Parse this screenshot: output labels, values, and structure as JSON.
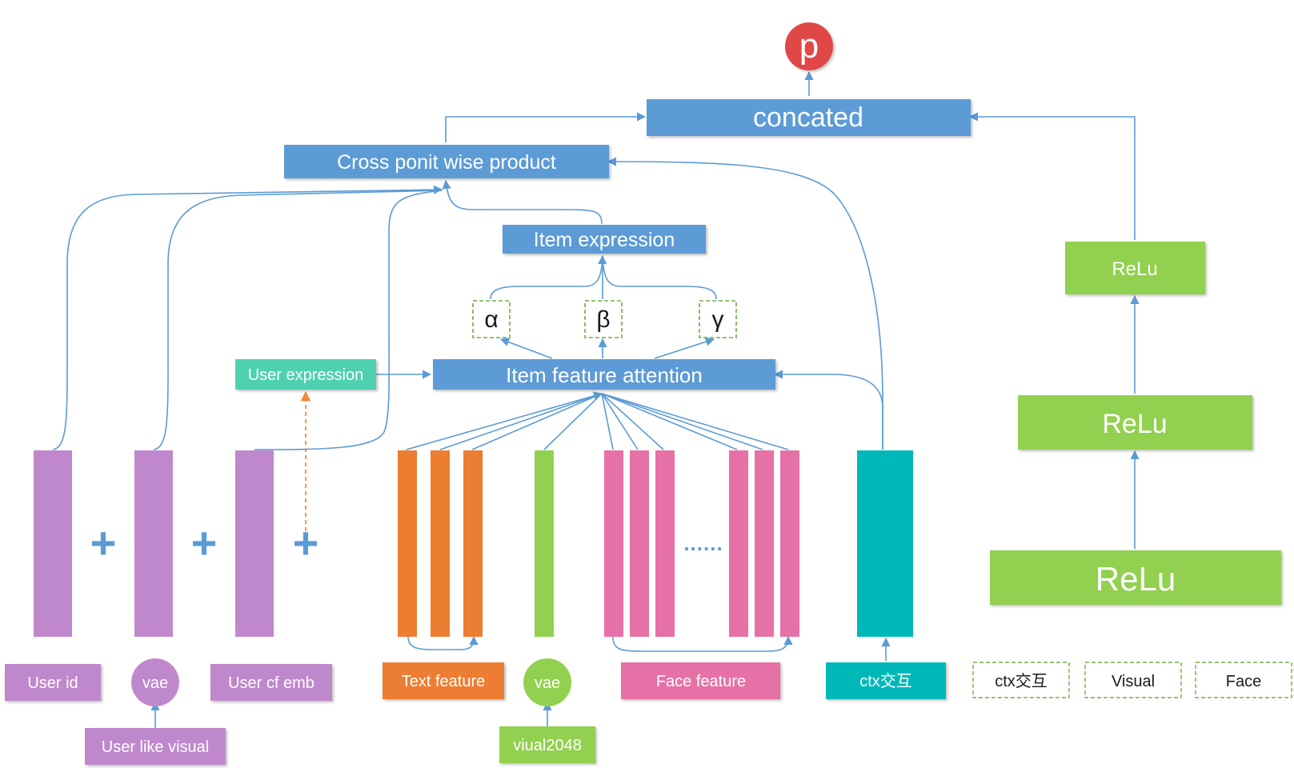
{
  "colors": {
    "blue": "#5B9BD5",
    "green": "#92D050",
    "purple": "#C088CC",
    "orange": "#ED7D31",
    "pink": "#E671A6",
    "teal": "#00B8B8",
    "mint": "#4FD1B0",
    "red": "#E04646",
    "dashed_green": "#70AD47",
    "arrow_orange": "#F08C3C"
  },
  "nodes": {
    "output": "p",
    "concated": "concated",
    "cross_product": "Cross ponit wise product",
    "item_expression": "Item expression",
    "alpha": "α",
    "beta": "β",
    "gamma": "γ",
    "item_attention": "Item feature attention",
    "user_expression": "User expression",
    "relu_top": "ReLu",
    "relu_mid": "ReLu",
    "relu_bottom": "ReLu"
  },
  "inputs": {
    "user_id": "User id",
    "vae_user": "vae",
    "user_like_visual": "User like visual",
    "user_cf_emb": "User cf emb",
    "text_feature": "Text feature",
    "vae_item": "vae",
    "vial2048": "viual2048",
    "face_feature": "Face feature",
    "ctx": "ctx交互"
  },
  "plus": "+",
  "ellipsis": "......",
  "legend": [
    "ctx交互",
    "Visual",
    "Face"
  ]
}
